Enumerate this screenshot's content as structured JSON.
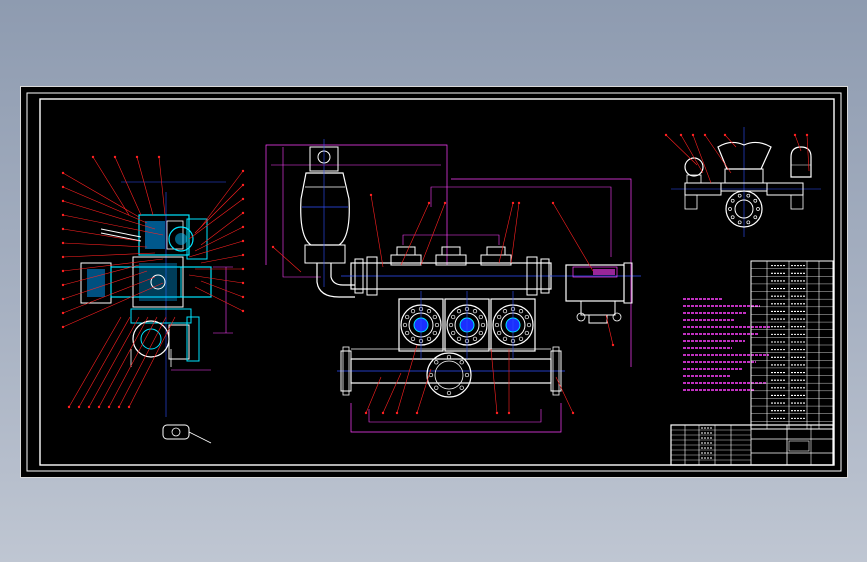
{
  "window": {
    "title": ""
  },
  "drawing": {
    "note_lines": 14,
    "parts_list_rows": 22,
    "title_block_rows": 8
  },
  "colors": {
    "background": "#000000",
    "frame": "#ffffff",
    "leader": "#ff2020",
    "dimension": "#ff40ff",
    "outline": "#ffffff",
    "centerline": "#3050ff",
    "section": "#00e5ff",
    "hatch": "#00c8ff",
    "note_text": "#ff40ff"
  }
}
